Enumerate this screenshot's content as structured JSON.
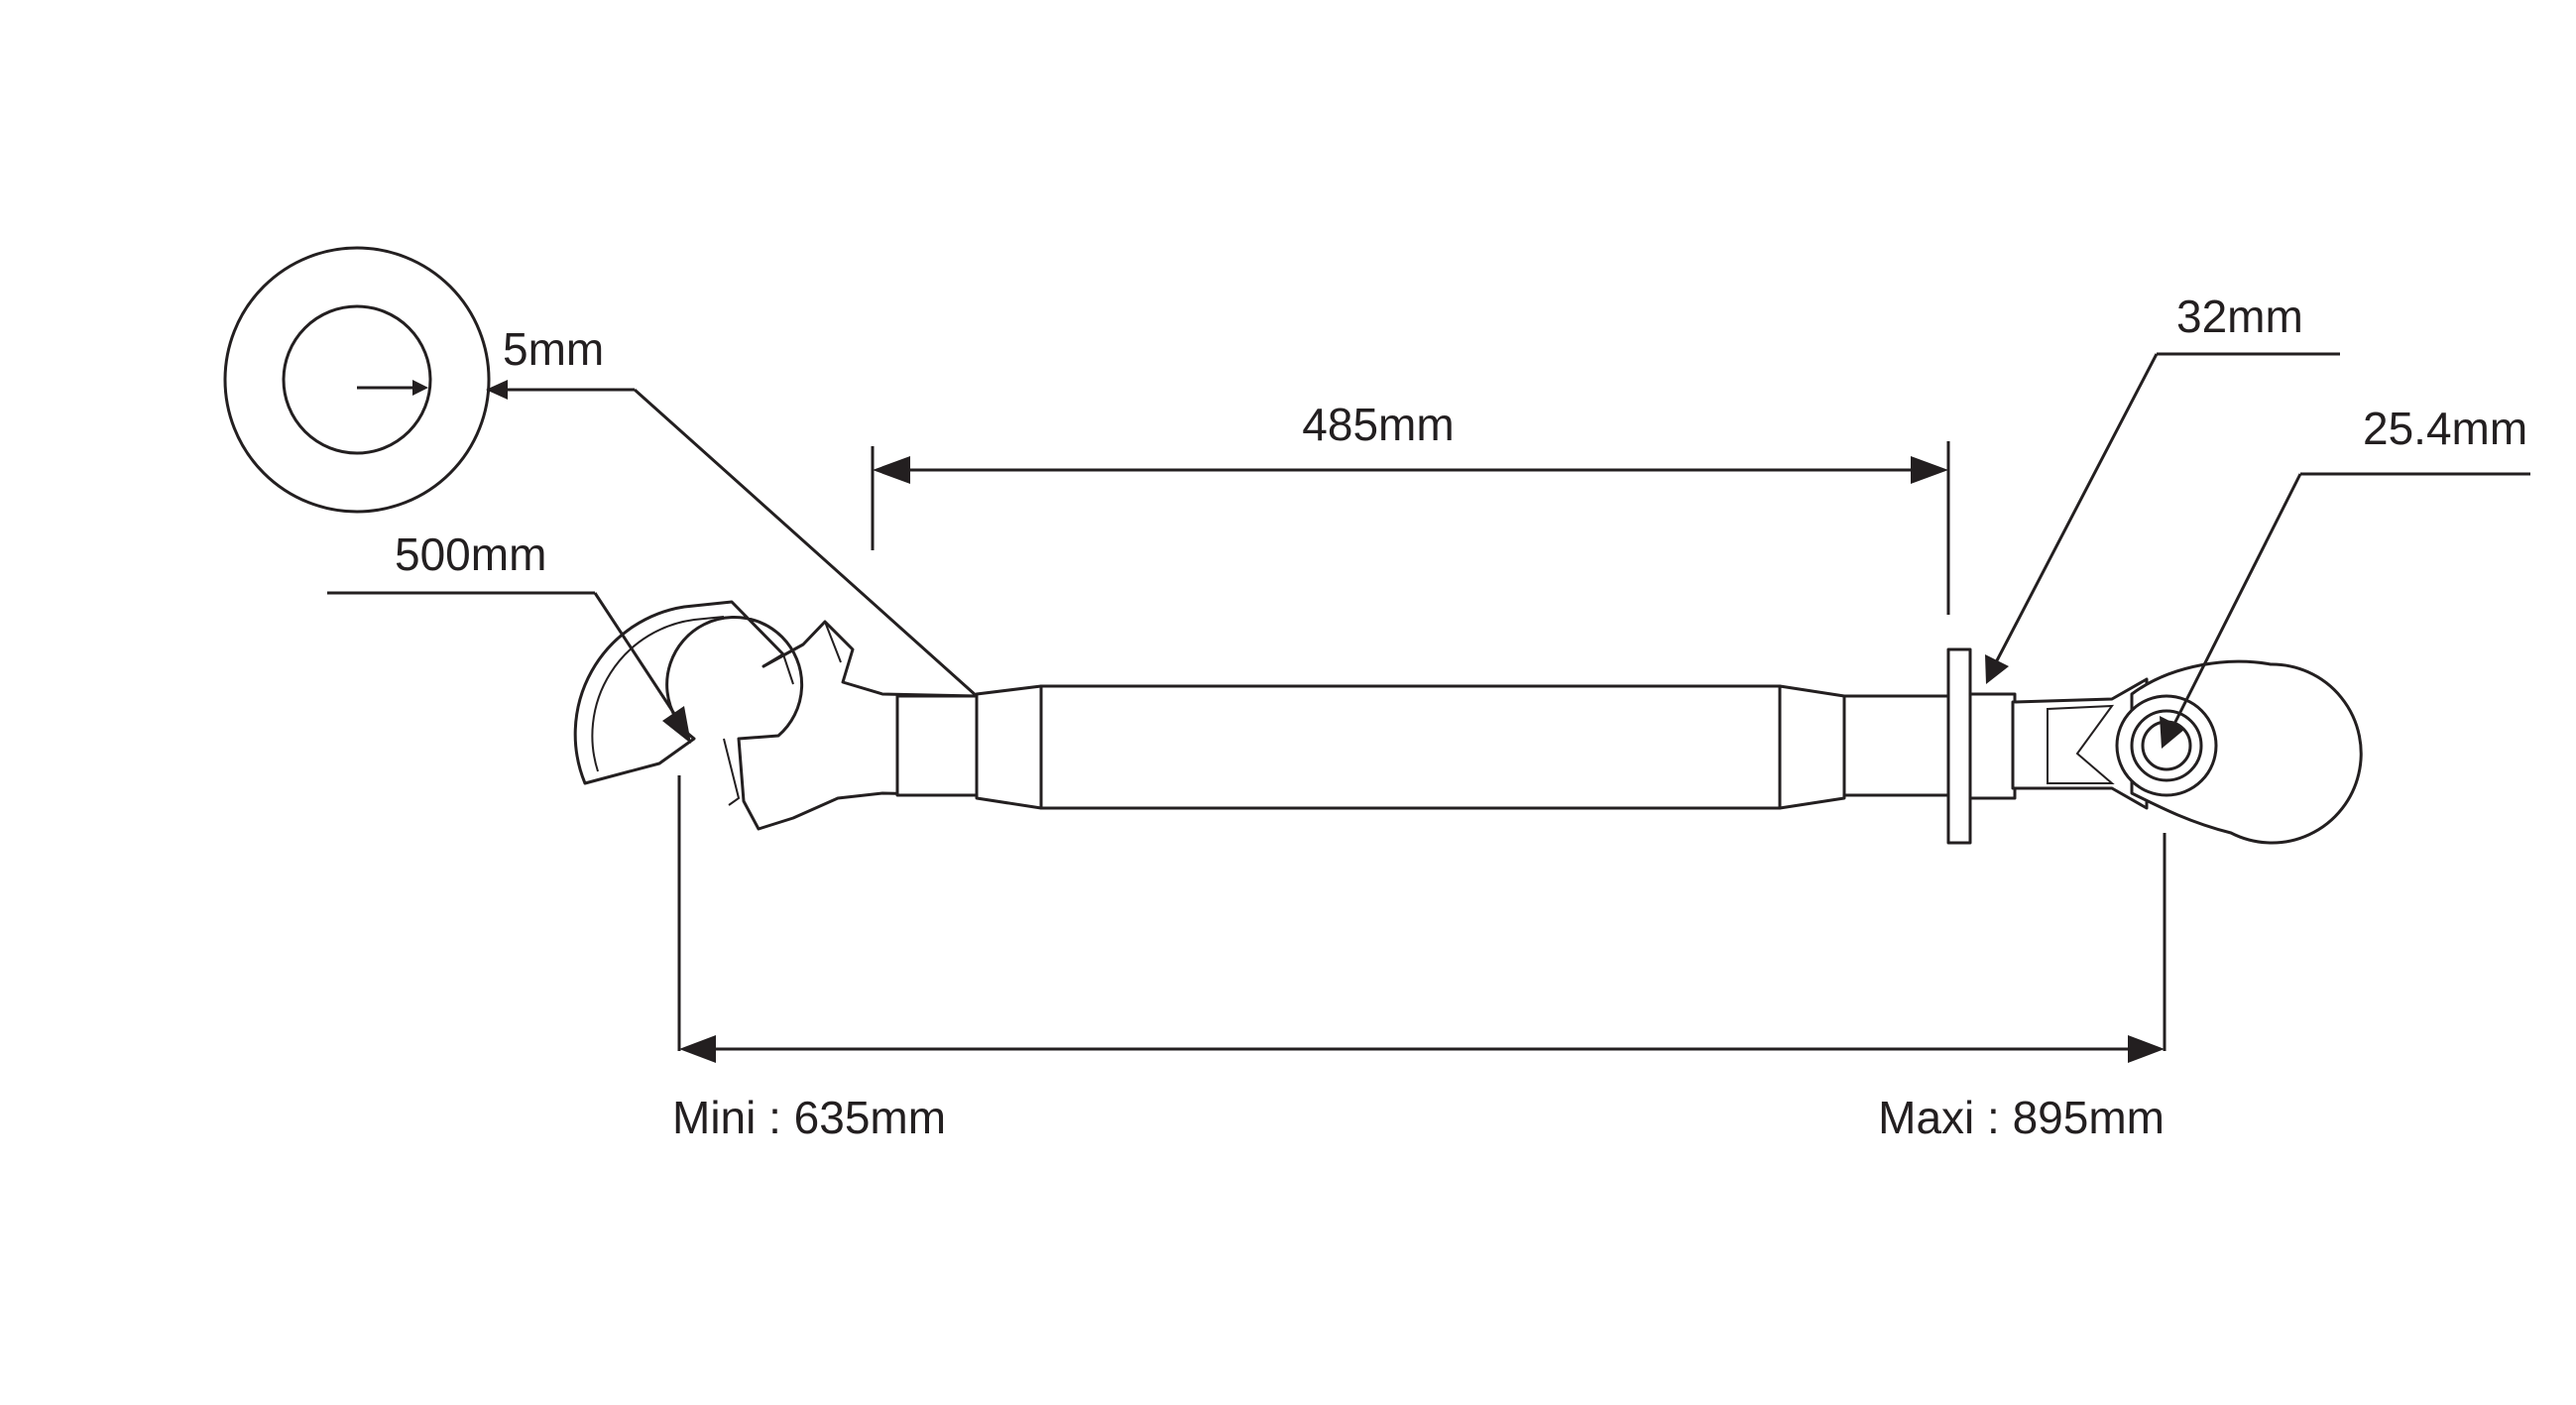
{
  "labels": {
    "wall_thickness": "5mm",
    "hook_size": "500mm",
    "body_length": "485mm",
    "flange_size": "32mm",
    "ball_diameter": "25.4mm",
    "min_length": "Mini : 635mm",
    "max_length": "Maxi : 895mm"
  },
  "colors": {
    "ink": "#231f20",
    "background": "#ffffff"
  }
}
